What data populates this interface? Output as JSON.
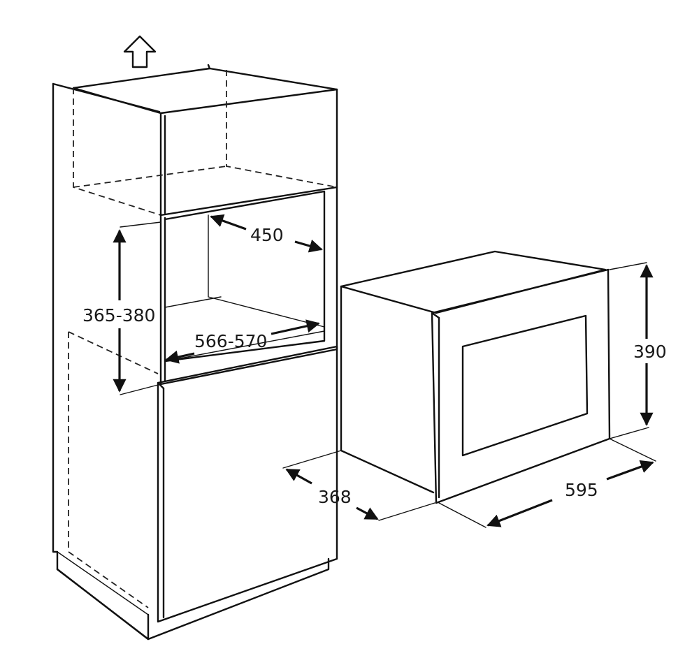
{
  "dimensions": {
    "niche_depth": "450",
    "niche_height": "365-380",
    "niche_width": "566-570",
    "oven_height": "390",
    "oven_depth": "368",
    "oven_width": "595"
  },
  "icons": {
    "vent_arrow": "up-arrow-outline-icon"
  },
  "colors": {
    "line": "#111111",
    "background": "#ffffff"
  }
}
